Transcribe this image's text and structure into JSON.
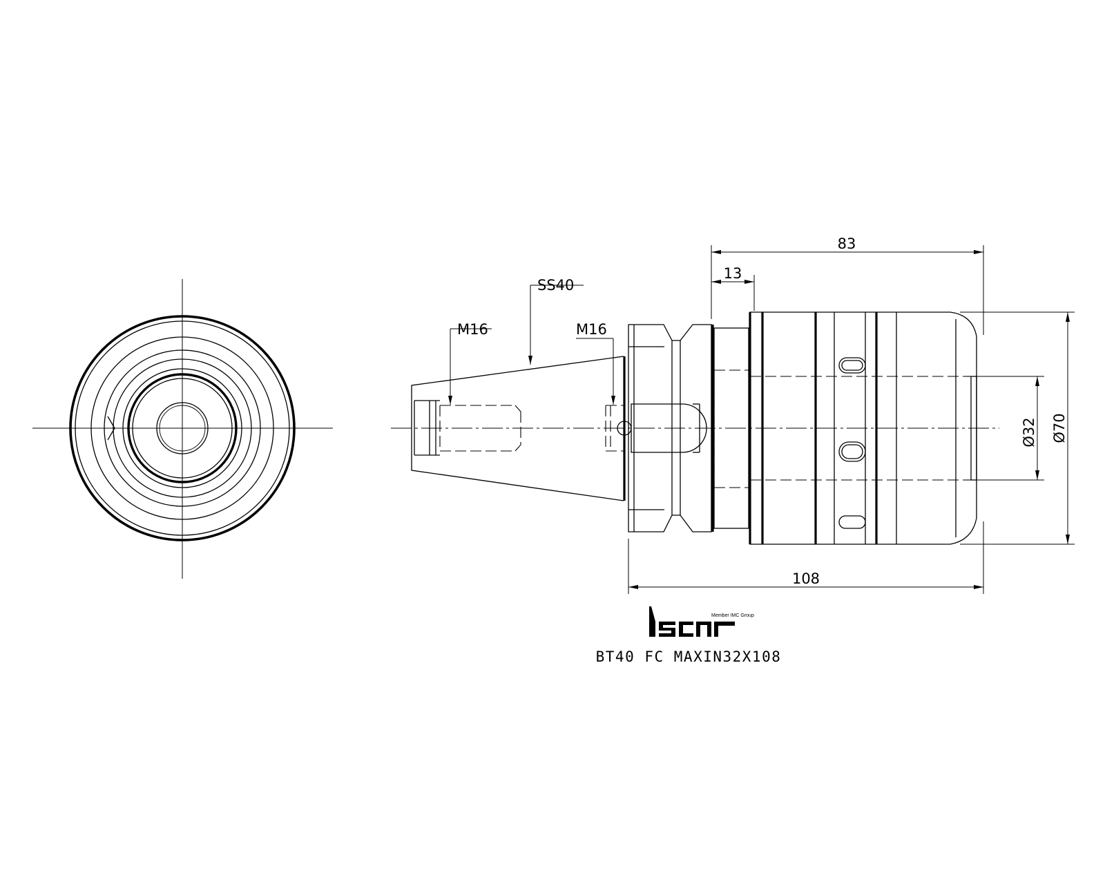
{
  "drawing": {
    "labels": {
      "ss40": "SS40",
      "m16_left": "M16",
      "m16_right": "M16"
    },
    "dimensions": {
      "d83": "83",
      "d13": "13",
      "d108": "108",
      "d32": "Ø32",
      "d70": "Ø70"
    },
    "logo": {
      "tagline": "Member IMC Group",
      "brand": "iscar"
    },
    "part_number": "BT40 FC MAXIN32X108"
  }
}
